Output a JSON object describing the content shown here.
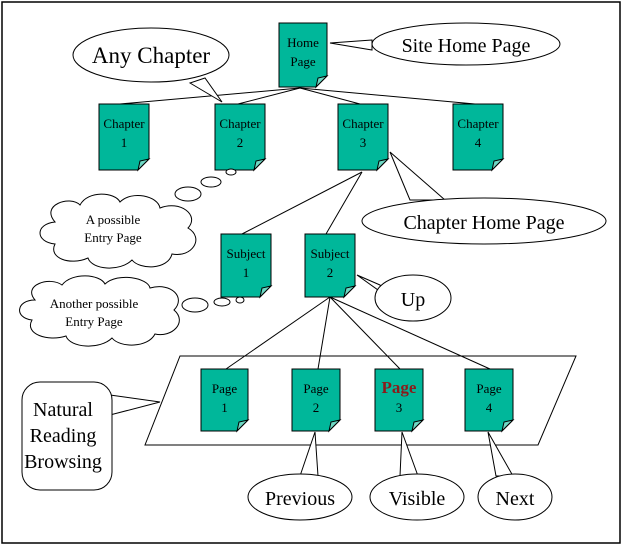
{
  "colors": {
    "page_fill": "#00b79a",
    "stroke": "#000000",
    "highlight_text": "#8b1a1a",
    "background": "#ffffff"
  },
  "nodes": {
    "home": [
      "Home",
      "Page"
    ],
    "chapter1": [
      "Chapter",
      "1"
    ],
    "chapter2": [
      "Chapter",
      "2"
    ],
    "chapter3": [
      "Chapter",
      "3"
    ],
    "chapter4": [
      "Chapter",
      "4"
    ],
    "subject1": [
      "Subject",
      "1"
    ],
    "subject2": [
      "Subject",
      "2"
    ],
    "page1": [
      "Page",
      "1"
    ],
    "page2": [
      "Page",
      "2"
    ],
    "page3": [
      "Page",
      "3"
    ],
    "page4": [
      "Page",
      "4"
    ]
  },
  "callouts": {
    "any_chapter": "Any Chapter",
    "site_home_page": "Site Home Page",
    "chapter_home_page": "Chapter Home Page",
    "up": "Up",
    "previous": "Previous",
    "visible": "Visible",
    "next": "Next",
    "natural_reading": [
      "Natural",
      "Reading",
      "Browsing"
    ]
  },
  "thoughts": {
    "entry_page": [
      "A possible",
      "Entry Page"
    ],
    "another_entry_page": [
      "Another possible",
      "Entry Page"
    ]
  }
}
